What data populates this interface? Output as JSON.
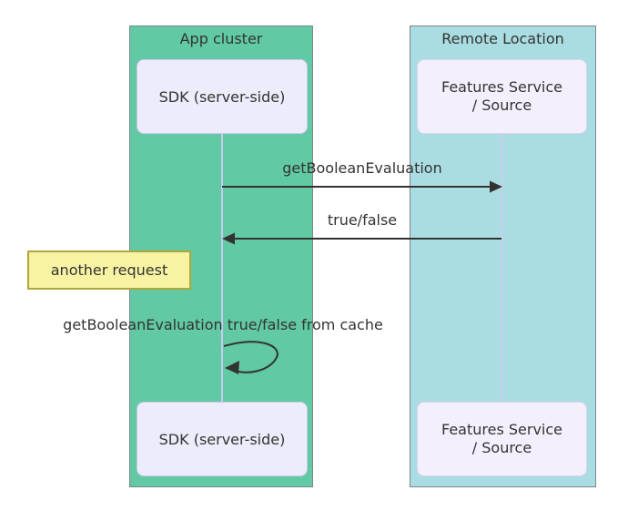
{
  "diagram": {
    "type": "sequence-diagram",
    "groups": [
      {
        "id": "app-cluster",
        "label": "App cluster",
        "fill": "#61C9A3"
      },
      {
        "id": "remote-location",
        "label": "Remote Location",
        "fill": "#AADDE2"
      }
    ],
    "participants": [
      {
        "id": "sdk-top",
        "label": "SDK (server-side)",
        "group": "app-cluster"
      },
      {
        "id": "features-top",
        "lines": [
          "Features Service",
          "/ Source"
        ],
        "group": "remote-location"
      },
      {
        "id": "sdk-bottom",
        "label": "SDK (server-side)",
        "group": "app-cluster"
      },
      {
        "id": "features-bottom",
        "lines": [
          "Features Service",
          "/ Source"
        ],
        "group": "remote-location"
      }
    ],
    "messages": [
      {
        "label": "getBooleanEvaluation",
        "from": "sdk",
        "to": "features",
        "direction": "right"
      },
      {
        "label": "true/false",
        "from": "features",
        "to": "sdk",
        "direction": "left"
      },
      {
        "label": "getBooleanEvaluation true/false from cache",
        "from": "sdk",
        "to": "sdk",
        "direction": "self"
      }
    ],
    "note": {
      "label": "another request",
      "position": "left-of-sdk-lifeline"
    },
    "colors": {
      "app_cluster_fill": "#61C9A3",
      "remote_location_fill": "#AADDE2",
      "group_border": "#7E868C",
      "participant_fill": "#ECECFB",
      "participant_alt_fill": "#F4EFFC",
      "participant_border": "#CFC8EA",
      "lifeline": "#CBCBEF",
      "note_fill": "#F8F3A3",
      "note_border": "#AEA73B",
      "arrow": "#333333",
      "text": "#333333"
    }
  }
}
